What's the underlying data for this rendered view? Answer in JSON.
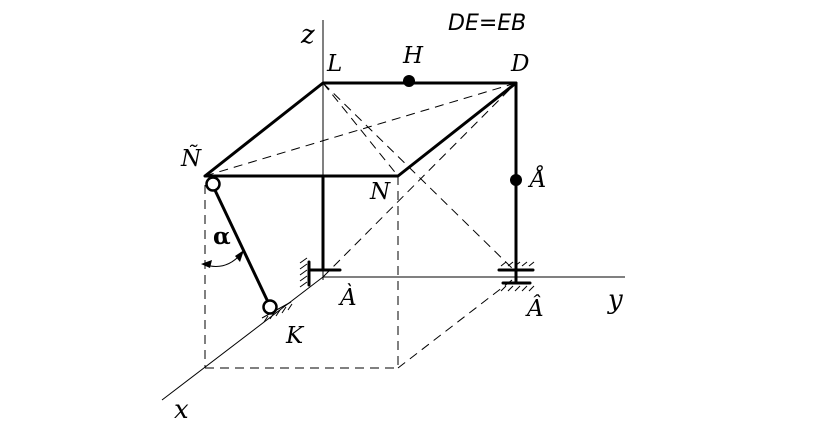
{
  "labels": {
    "axis_z": "z",
    "axis_y": "y",
    "axis_x": "x",
    "point_L": "L",
    "point_H": "H",
    "point_D": "D",
    "point_C": "Ñ",
    "point_N": "N",
    "point_E": "Å",
    "point_A": "À",
    "point_B": "Â",
    "point_K": "K",
    "angle": "α"
  },
  "condition": "DE=EB"
}
